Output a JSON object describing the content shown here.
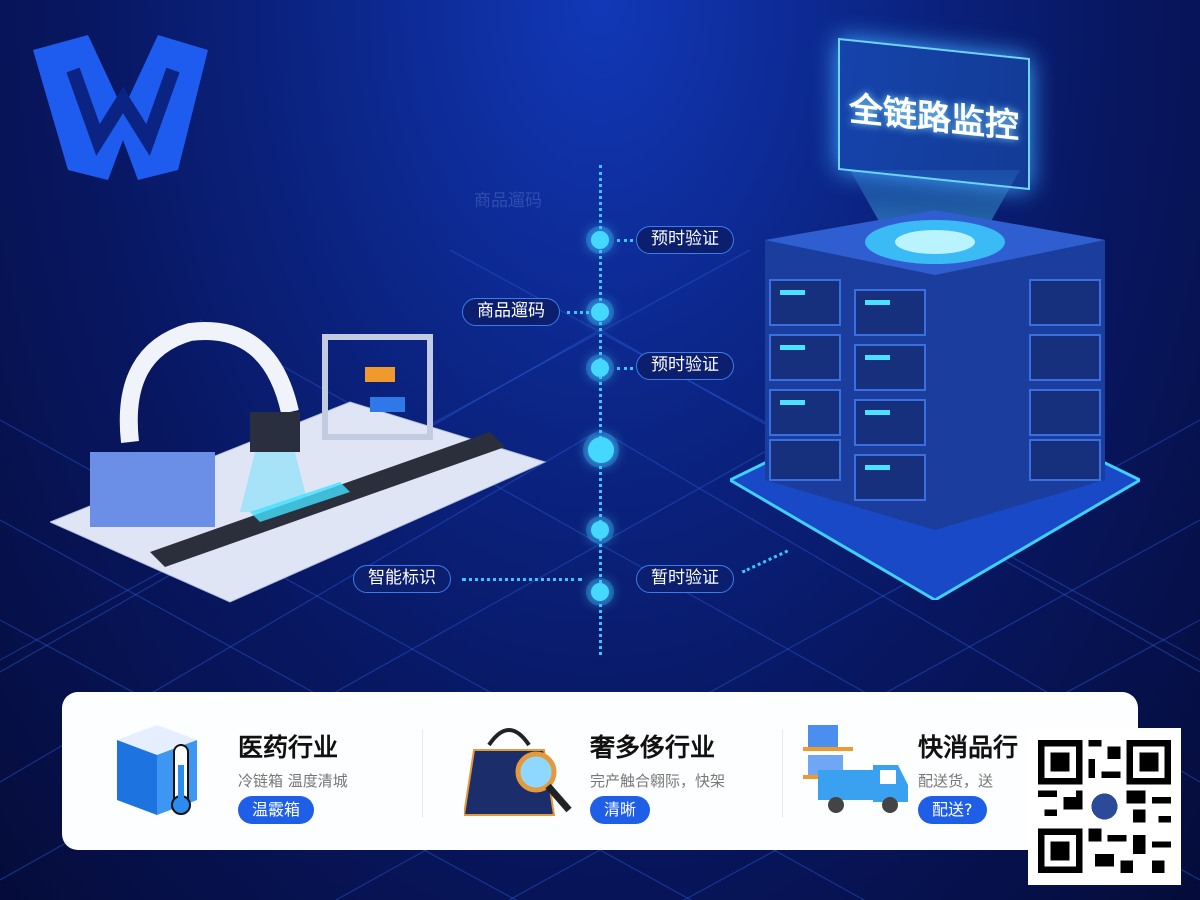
{
  "hero": {
    "title": "全链路监控",
    "faded_label": "商品遛码"
  },
  "timeline": {
    "labels": [
      {
        "text": "预时验证"
      },
      {
        "text": "商品遛码"
      },
      {
        "text": "预时验证"
      },
      {
        "text": "智能标识"
      },
      {
        "text": "暂时验证"
      }
    ]
  },
  "industries": [
    {
      "title": "医药行业",
      "subtitle": "冷链箱  温度清城",
      "button": "温霰箱",
      "icon": "cooler-thermometer-icon"
    },
    {
      "title": "奢多侈行业",
      "subtitle": "完产触合翱际，快架",
      "button": "清晰",
      "icon": "handbag-magnifier-icon"
    },
    {
      "title": "快消品行",
      "subtitle": "配送货，送",
      "button": "配送?",
      "icon": "delivery-truck-icon"
    }
  ],
  "colors": {
    "accent": "#1f5fe8",
    "glow": "#44d8ff",
    "background": "#081762"
  }
}
